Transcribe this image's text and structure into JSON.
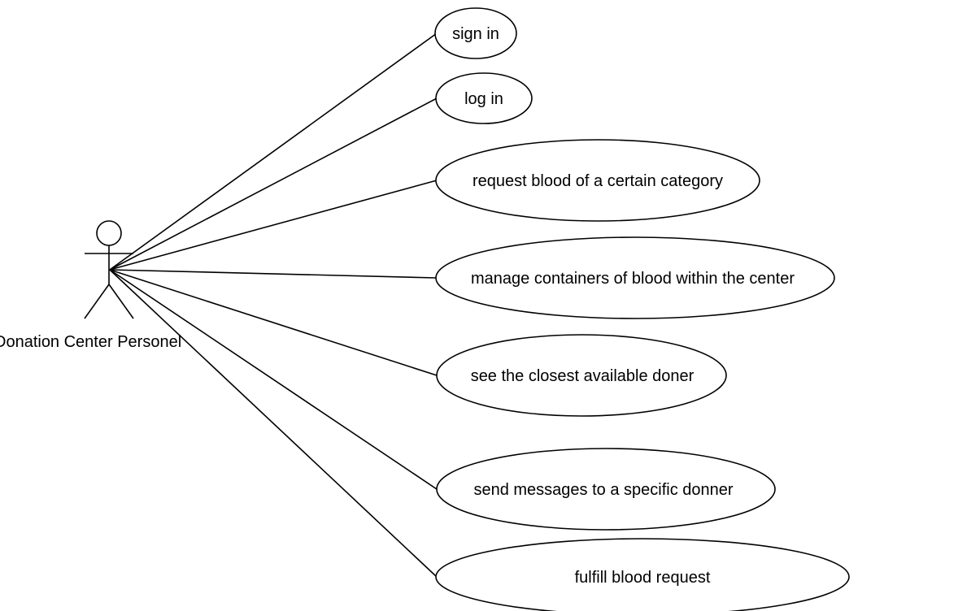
{
  "actor": {
    "label": "Donation Center Personel",
    "icon": "stick-figure-actor-icon"
  },
  "use_cases": [
    {
      "label": "sign in"
    },
    {
      "label": "log in"
    },
    {
      "label": "request blood of a certain category"
    },
    {
      "label": "manage containers of blood within the center"
    },
    {
      "label": "see the closest available doner"
    },
    {
      "label": "send messages to a specific donner"
    },
    {
      "label": "fulfill blood request"
    }
  ]
}
